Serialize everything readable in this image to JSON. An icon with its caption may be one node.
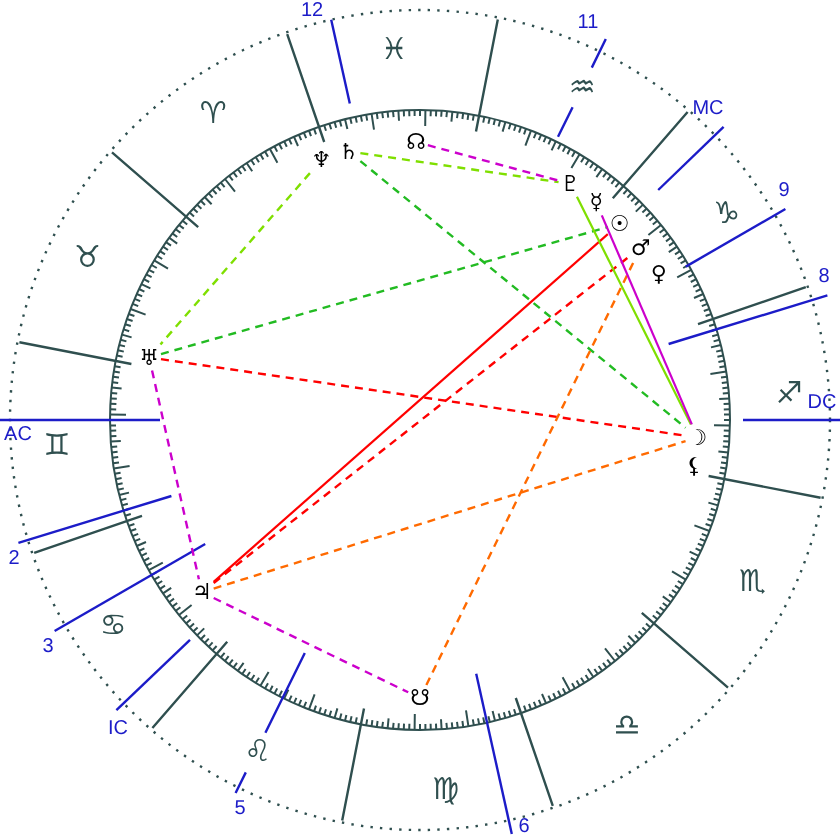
{
  "diagram": {
    "nodes": [
      {
        "text": [
          "♄"
        ]
      },
      {
        "text": [
          "☊"
        ]
      },
      {
        "text": [
          "♆"
        ]
      },
      {
        "text": [
          "♇"
        ]
      },
      {
        "text": [
          "☿"
        ]
      },
      {
        "text": [
          "☉"
        ]
      },
      {
        "text": [
          "♂"
        ]
      },
      {
        "text": [
          "♅"
        ]
      },
      {
        "text": [
          "☽"
        ]
      },
      {
        "text": [
          "♃"
        ]
      },
      {
        "text": [
          "☋"
        ]
      }
    ],
    "edges": [
      {
        "from": 2,
        "to": 7,
        "arrow": "none",
        "style": "dashed",
        "color": "#7fdf00"
      },
      {
        "from": 0,
        "to": 3,
        "arrow": "none",
        "style": "dashed",
        "color": "#7fdf00"
      },
      {
        "from": 0,
        "to": 8,
        "arrow": "none",
        "style": "dashed",
        "color": "#22bb22"
      },
      {
        "from": 1,
        "to": 3,
        "arrow": "none",
        "style": "dashed",
        "color": "#cc00cc"
      },
      {
        "from": 7,
        "to": 5,
        "arrow": "none",
        "style": "dashed",
        "color": "#22bb22"
      },
      {
        "from": 7,
        "to": 8,
        "arrow": "none",
        "style": "dashed",
        "color": "#ff0000"
      },
      {
        "from": 7,
        "to": 9,
        "arrow": "none",
        "style": "dashed",
        "color": "#cc00cc"
      },
      {
        "from": 9,
        "to": 5,
        "arrow": "none",
        "color": "#ff0000"
      },
      {
        "from": 9,
        "to": 6,
        "arrow": "none",
        "style": "dashed",
        "color": "#ff0000"
      },
      {
        "from": 9,
        "to": 8,
        "arrow": "none",
        "style": "dashed",
        "color": "#ff6a00"
      },
      {
        "from": 9,
        "to": 10,
        "arrow": "none",
        "style": "dashed",
        "color": "#cc00cc"
      },
      {
        "from": 10,
        "to": 6,
        "arrow": "none",
        "style": "dashed",
        "color": "#ff6a00"
      },
      {
        "from": 8,
        "to": 3,
        "arrow": "none",
        "color": "#7fdf00"
      },
      {
        "from": 8,
        "to": 4,
        "arrow": "none",
        "color": "#cc00cc"
      }
    ],
    "labels": [
      "12",
      "11",
      "♓",
      "♒",
      "♈",
      "MC",
      "9",
      "♑",
      "♀",
      "♉",
      "8",
      "♐",
      "DC",
      "AC",
      "♊",
      "⚸",
      "2",
      "♏",
      "♋",
      "3",
      "IC",
      "♎",
      "♌",
      "♍",
      "5",
      "6"
    ]
  }
}
